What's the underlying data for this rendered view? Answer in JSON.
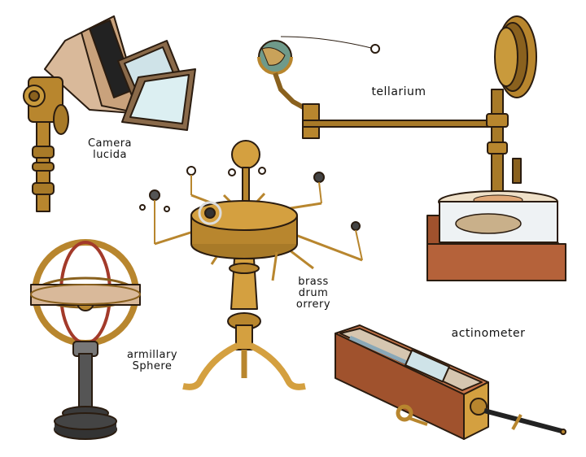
{
  "illustration": {
    "instruments": [
      {
        "id": "camera-lucida",
        "label_lines": [
          "Camera",
          "lucida"
        ]
      },
      {
        "id": "tellarium",
        "label_lines": [
          "tellarium"
        ]
      },
      {
        "id": "brass-drum-orrery",
        "label_lines": [
          "brass",
          "drum",
          "orrery"
        ]
      },
      {
        "id": "armillary-sphere",
        "label_lines": [
          "armillary",
          "Sphere"
        ]
      },
      {
        "id": "actinometer",
        "label_lines": [
          "actinometer"
        ]
      }
    ],
    "colors": {
      "brass": "#b8862e",
      "brass_dark": "#7a5518",
      "wood": "#a0522d",
      "wood_light": "#d9b99a",
      "glass": "#cfe3e8",
      "outline": "#2a1c10",
      "iron": "#3a3a3a"
    }
  }
}
